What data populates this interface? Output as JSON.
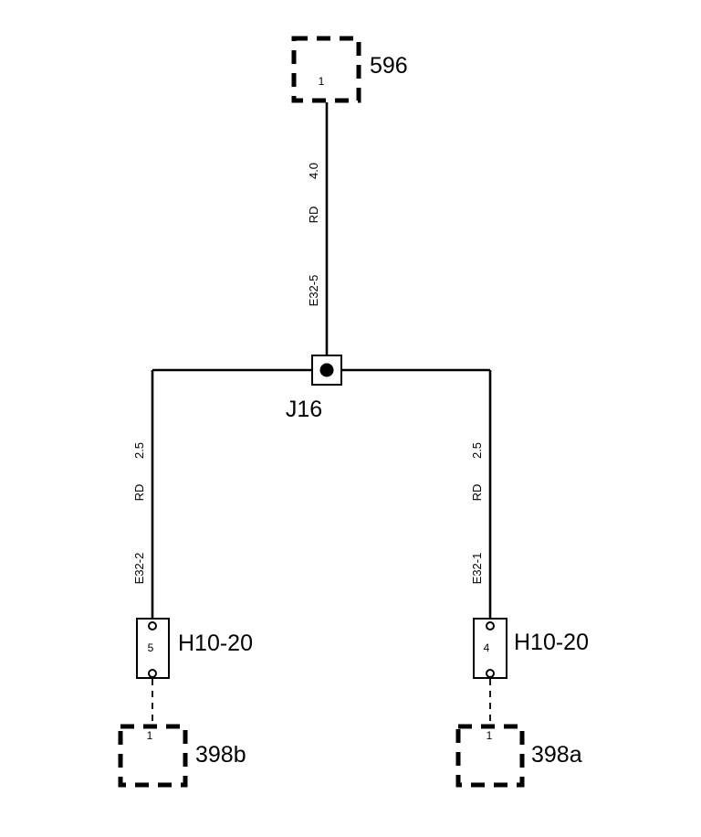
{
  "components": {
    "top": {
      "id": "596",
      "pin": "1"
    },
    "bottom_left": {
      "id": "398b",
      "pin": "1"
    },
    "bottom_right": {
      "id": "398a",
      "pin": "1"
    }
  },
  "splice": {
    "id": "J16"
  },
  "connectors": {
    "left": {
      "id": "H10-20",
      "pin": "5"
    },
    "right": {
      "id": "H10-20",
      "pin": "4"
    }
  },
  "wires": {
    "top": {
      "size": "4.0",
      "color": "RD",
      "code": "E32-5"
    },
    "left": {
      "size": "2.5",
      "color": "RD",
      "code": "E32-2"
    },
    "right": {
      "size": "2.5",
      "color": "RD",
      "code": "E32-1"
    }
  }
}
